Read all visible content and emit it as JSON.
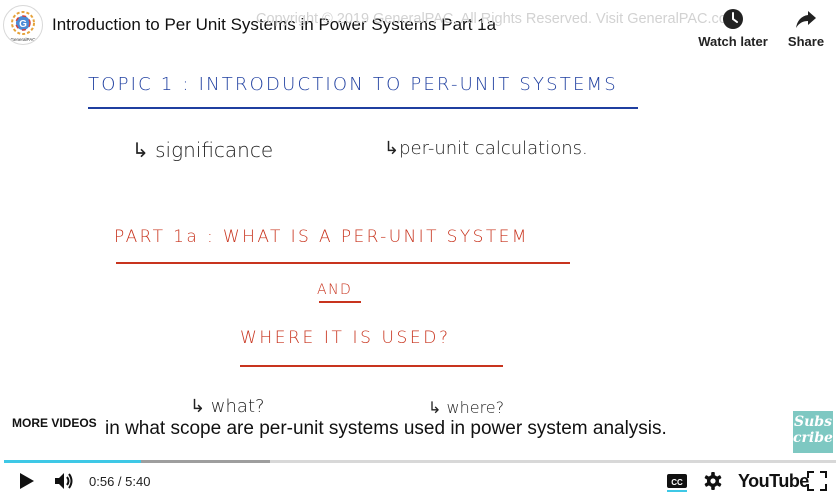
{
  "header": {
    "title": "Introduction to Per Unit Systems in Power Systems Part 1a",
    "watermark": "Copyright © 2019 GeneralPAC. All Rights Reserved. Visit GeneralPAC.com",
    "watch_later_label": "Watch later",
    "share_label": "Share",
    "avatar_text": "GeneralPAC"
  },
  "slide": {
    "topic": "TOPIC 1 : INTRODUCTION  TO  PER-UNIT  SYSTEMS",
    "bullet_left": "↳ significance",
    "bullet_right": "↳per-unit calculations.",
    "part": "PART 1a : WHAT  IS  A  PER-UNIT  SYSTEM",
    "and": "AND",
    "where": "WHERE  IT  IS  USED?",
    "bottom_left": "↳ what?",
    "bottom_right": "↳ where?"
  },
  "overlay": {
    "more_videos": "MORE VIDEOS",
    "caption": "in what scope are per-unit systems used in power system analysis.",
    "subscribe": "Subs cribe"
  },
  "player": {
    "current_time": "0:56",
    "separator": " / ",
    "duration": "5:40",
    "progress_fraction": 0.165,
    "buffered_fraction": 0.32,
    "logo": "YouTube",
    "accent_color": "#3ec8e6"
  }
}
